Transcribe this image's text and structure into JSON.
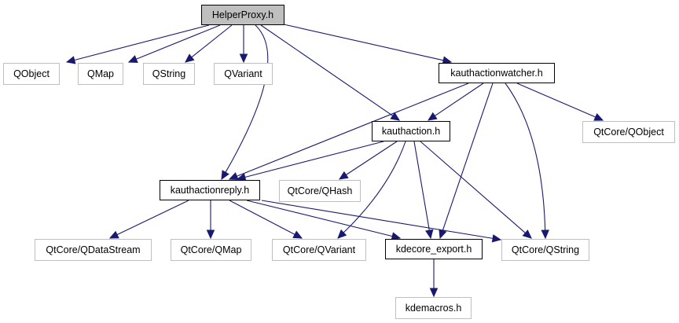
{
  "diagram": {
    "type": "include-dependency-graph",
    "colors": {
      "edge": "#191970",
      "root_fill": "#bfbfbf",
      "external_border": "#bfbfbf",
      "documented_border": "#000000"
    },
    "nodes": [
      {
        "id": "helperproxy",
        "label": "HelperProxy.h",
        "kind": "root"
      },
      {
        "id": "qobject",
        "label": "QObject",
        "kind": "external"
      },
      {
        "id": "qmap",
        "label": "QMap",
        "kind": "external"
      },
      {
        "id": "qstring",
        "label": "QString",
        "kind": "external"
      },
      {
        "id": "qvariant",
        "label": "QVariant",
        "kind": "external"
      },
      {
        "id": "kauthactionwatcher",
        "label": "kauthactionwatcher.h",
        "kind": "documented"
      },
      {
        "id": "kauthaction",
        "label": "kauthaction.h",
        "kind": "documented"
      },
      {
        "id": "qtcore-qobject",
        "label": "QtCore/QObject",
        "kind": "external"
      },
      {
        "id": "kauthactionreply",
        "label": "kauthactionreply.h",
        "kind": "documented"
      },
      {
        "id": "qtcore-qhash",
        "label": "QtCore/QHash",
        "kind": "external"
      },
      {
        "id": "qtcore-qdatastream",
        "label": "QtCore/QDataStream",
        "kind": "external"
      },
      {
        "id": "qtcore-qmap",
        "label": "QtCore/QMap",
        "kind": "external"
      },
      {
        "id": "qtcore-qvariant",
        "label": "QtCore/QVariant",
        "kind": "external"
      },
      {
        "id": "kdecore-export",
        "label": "kdecore_export.h",
        "kind": "documented"
      },
      {
        "id": "qtcore-qstring",
        "label": "QtCore/QString",
        "kind": "external"
      },
      {
        "id": "kdemacros",
        "label": "kdemacros.h",
        "kind": "external"
      }
    ],
    "edges": [
      {
        "from": "helperproxy",
        "to": "qobject"
      },
      {
        "from": "helperproxy",
        "to": "qmap"
      },
      {
        "from": "helperproxy",
        "to": "qstring"
      },
      {
        "from": "helperproxy",
        "to": "qvariant"
      },
      {
        "from": "helperproxy",
        "to": "kauthactionreply"
      },
      {
        "from": "helperproxy",
        "to": "kauthaction"
      },
      {
        "from": "helperproxy",
        "to": "kauthactionwatcher"
      },
      {
        "from": "kauthactionwatcher",
        "to": "kauthactionreply"
      },
      {
        "from": "kauthactionwatcher",
        "to": "kauthaction"
      },
      {
        "from": "kauthactionwatcher",
        "to": "kdecore-export"
      },
      {
        "from": "kauthactionwatcher",
        "to": "qtcore-qstring"
      },
      {
        "from": "kauthactionwatcher",
        "to": "qtcore-qobject"
      },
      {
        "from": "kauthaction",
        "to": "kauthactionreply"
      },
      {
        "from": "kauthaction",
        "to": "qtcore-qhash"
      },
      {
        "from": "kauthaction",
        "to": "qtcore-qvariant"
      },
      {
        "from": "kauthaction",
        "to": "kdecore-export"
      },
      {
        "from": "kauthaction",
        "to": "qtcore-qstring"
      },
      {
        "from": "kauthactionreply",
        "to": "qtcore-qdatastream"
      },
      {
        "from": "kauthactionreply",
        "to": "qtcore-qmap"
      },
      {
        "from": "kauthactionreply",
        "to": "qtcore-qvariant"
      },
      {
        "from": "kauthactionreply",
        "to": "kdecore-export"
      },
      {
        "from": "kauthactionreply",
        "to": "qtcore-qstring"
      },
      {
        "from": "kdecore-export",
        "to": "kdemacros"
      }
    ]
  }
}
